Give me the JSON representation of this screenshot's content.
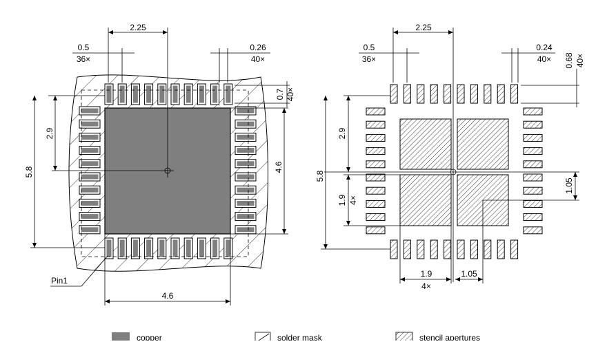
{
  "footprint": {
    "dim_top_pitch_span": "2.25",
    "dim_pad_width": "0.5",
    "dim_pad_width_count": "36×",
    "dim_pad_width2": "0.26",
    "dim_pad_width2_count": "40×",
    "dim_pad_length": "0.7",
    "dim_pad_length_count": "40×",
    "dim_half_height": "2.9",
    "dim_total_height": "5.8",
    "dim_exposed_pad": "4.6",
    "dim_bottom_width": "4.6",
    "pin1_label": "Pin1"
  },
  "stencil": {
    "dim_top_pitch_span": "2.25",
    "dim_pad_width": "0.5",
    "dim_pad_width_count": "36×",
    "dim_aperture_width": "0.24",
    "dim_aperture_width_count": "40×",
    "dim_aperture_length": "0.68",
    "dim_aperture_length_count": "40×",
    "dim_half_height": "2.9",
    "dim_total_height": "5.8",
    "dim_window_size": "1.9",
    "dim_window_count": "4×",
    "dim_gap": "1.05",
    "dim_bottom_window": "1.9",
    "dim_bottom_count": "4×",
    "dim_bottom_gap": "1.05"
  },
  "legend": {
    "copper": "copper",
    "solder_mask": "solder mask",
    "stencil_apertures": "stencil apertures"
  },
  "colors": {
    "copper": "#7f7f7f",
    "line": "#000000"
  }
}
